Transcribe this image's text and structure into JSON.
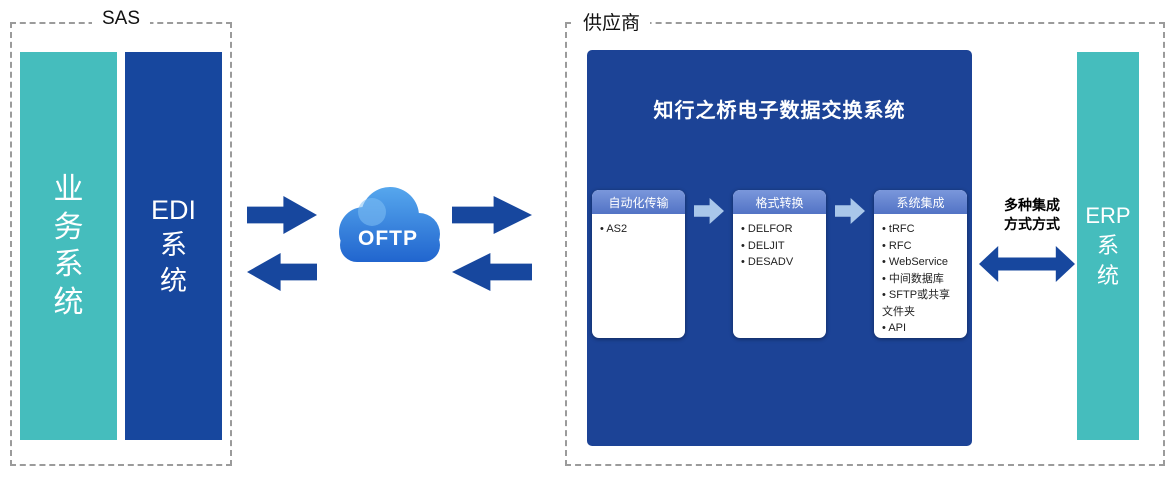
{
  "sas_group": {
    "label": "SAS",
    "business_bar": {
      "lines": [
        "业",
        "务",
        "系",
        "统"
      ]
    },
    "edi_bar": {
      "lines": [
        "EDI",
        "系",
        "统"
      ]
    }
  },
  "cloud": {
    "label": "OFTP"
  },
  "supplier_group": {
    "label": "供应商",
    "platform": {
      "title": "知行之桥电子数据交换系统",
      "cards": [
        {
          "header": "自动化传输",
          "items": [
            "AS2"
          ]
        },
        {
          "header": "格式转换",
          "items": [
            "DELFOR",
            "DELJIT",
            "DESADV"
          ]
        },
        {
          "header": "系统集成",
          "items": [
            "tRFC",
            "RFC",
            "WebService",
            "中间数据库",
            "SFTP或共享文件夹",
            "API"
          ]
        }
      ]
    },
    "note_lines": [
      "多种集成",
      "方式方式"
    ],
    "erp_bar": {
      "lines": [
        "ERP",
        "系",
        "统"
      ]
    }
  },
  "colors": {
    "teal": "#45BDBD",
    "dark_blue": "#17479E",
    "platform_blue": "#1C4396",
    "card_header_blue": "#5B7EC9",
    "light_arrow_blue": "#A9C7EA",
    "cloud_blue_light": "#57A8EE",
    "cloud_blue_dark": "#1B5ECB"
  }
}
